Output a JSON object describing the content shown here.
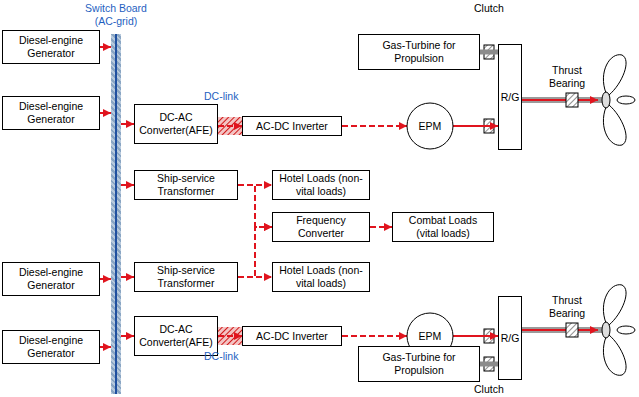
{
  "diagram": {
    "nodes": [
      {
        "text": [
          "Diesel-engine Generator"
        ]
      },
      {
        "text": [
          "Diesel-engine Generator"
        ]
      },
      {
        "text": [
          "Diesel-engine Generator"
        ]
      },
      {
        "text": [
          "Diesel-engine Generator"
        ]
      },
      {
        "text": [
          "Switch Board (AC-grid)"
        ]
      },
      {
        "text": [
          "DC-AC Converter(AFE)"
        ]
      },
      {
        "text": [
          "AC-DC Inverter"
        ]
      },
      {
        "text": [
          "EPM"
        ]
      },
      {
        "text": [
          "Gas-Turbine for Propulsion"
        ]
      },
      {
        "text": [
          "R/G"
        ]
      },
      {
        "text": [
          "Ship-service Transformer"
        ]
      },
      {
        "text": [
          "Hotel Loads (non-vital loads)"
        ]
      },
      {
        "text": [
          "Frequency Converter"
        ]
      },
      {
        "text": [
          "Combat Loads (vital loads)"
        ]
      },
      {
        "text": [
          "Ship-service Transformer"
        ]
      },
      {
        "text": [
          "Hotel Loads (non-vital loads)"
        ]
      },
      {
        "text": [
          "DC-AC Converter(AFE)"
        ]
      },
      {
        "text": [
          "AC-DC Inverter"
        ]
      },
      {
        "text": [
          "EPM"
        ]
      },
      {
        "text": [
          "Gas-Turbine for Propulsion"
        ]
      },
      {
        "text": [
          "R/G"
        ]
      }
    ],
    "edges": [
      {
        "from": 0,
        "to": 4,
        "arrow": "to"
      },
      {
        "from": 1,
        "to": 4,
        "arrow": "to"
      },
      {
        "from": 2,
        "to": 4,
        "arrow": "to"
      },
      {
        "from": 3,
        "to": 4,
        "arrow": "to"
      },
      {
        "from": 4,
        "to": 5,
        "arrow": "to"
      },
      {
        "from": 5,
        "to": 6,
        "arrow": "to"
      },
      {
        "from": 6,
        "to": 7,
        "arrow": "to"
      },
      {
        "from": 7,
        "to": 9,
        "arrow": "to"
      },
      {
        "from": 8,
        "to": 9,
        "arrow": "none"
      },
      {
        "from": 4,
        "to": 10,
        "arrow": "to"
      },
      {
        "from": 10,
        "to": 11,
        "arrow": "to"
      },
      {
        "from": 10,
        "to": 12,
        "arrow": "to"
      },
      {
        "from": 12,
        "to": 13,
        "arrow": "to"
      },
      {
        "from": 4,
        "to": 14,
        "arrow": "to"
      },
      {
        "from": 14,
        "to": 15,
        "arrow": "to"
      },
      {
        "from": 14,
        "to": 12,
        "arrow": "to"
      },
      {
        "from": 4,
        "to": 16,
        "arrow": "to"
      },
      {
        "from": 16,
        "to": 17,
        "arrow": "to"
      },
      {
        "from": 17,
        "to": 18,
        "arrow": "to"
      },
      {
        "from": 18,
        "to": 20,
        "arrow": "to"
      },
      {
        "from": 19,
        "to": 20,
        "arrow": "none"
      }
    ],
    "labels": [
      "DC-link",
      "DC-link",
      "Clutch",
      "Clutch",
      "Thrust Bearing",
      "Thrust Bearing"
    ]
  }
}
